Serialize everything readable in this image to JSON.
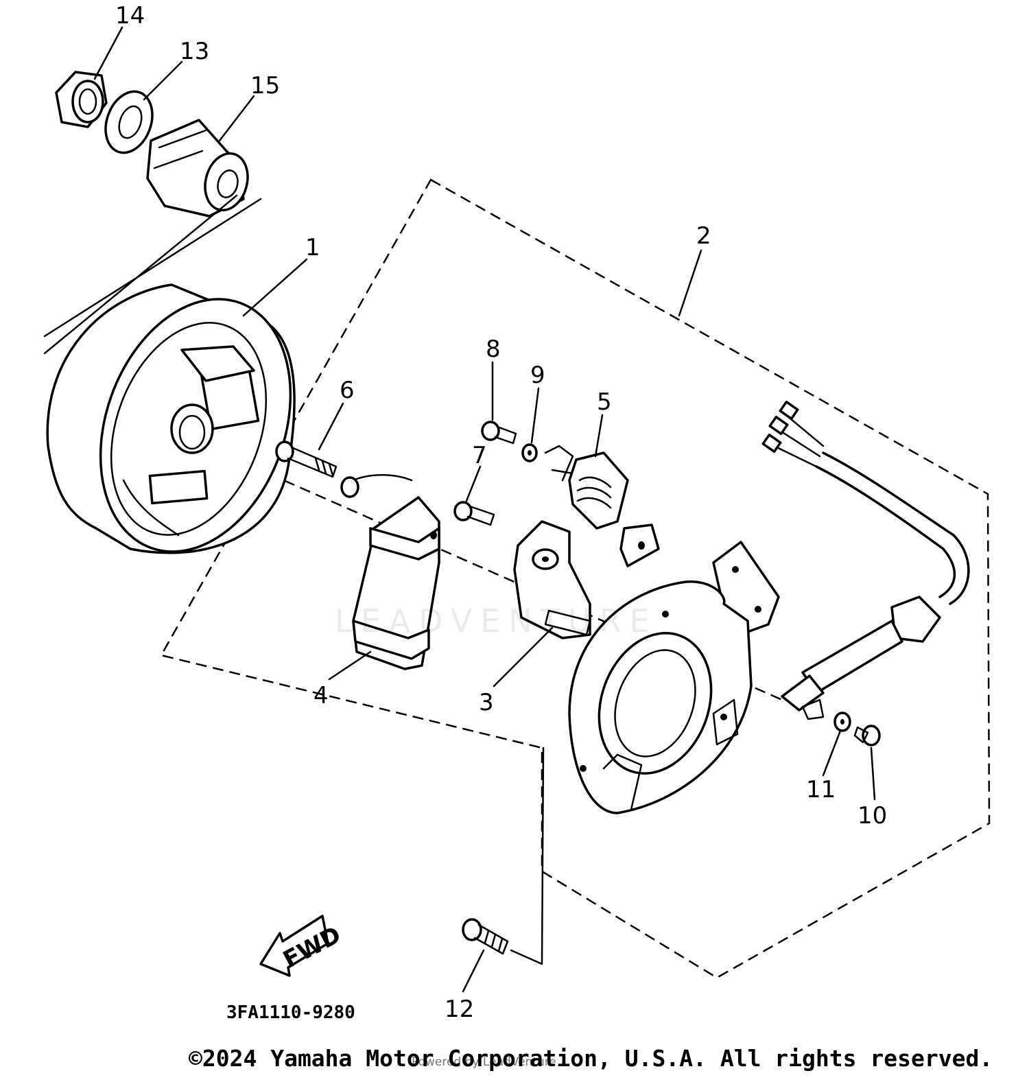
{
  "diagram": {
    "callouts": [
      {
        "id": "1",
        "label": "1"
      },
      {
        "id": "2",
        "label": "2"
      },
      {
        "id": "3",
        "label": "3"
      },
      {
        "id": "4",
        "label": "4"
      },
      {
        "id": "5",
        "label": "5"
      },
      {
        "id": "6",
        "label": "6"
      },
      {
        "id": "7",
        "label": "7"
      },
      {
        "id": "8",
        "label": "8"
      },
      {
        "id": "9",
        "label": "9"
      },
      {
        "id": "10",
        "label": "10"
      },
      {
        "id": "11",
        "label": "11"
      },
      {
        "id": "12",
        "label": "12"
      },
      {
        "id": "13",
        "label": "13"
      },
      {
        "id": "14",
        "label": "14"
      },
      {
        "id": "15",
        "label": "15"
      }
    ],
    "fwd_label": "FWD",
    "diagram_code": "3FA1110-9280",
    "copyright": "©2024 Yamaha Motor Corporation, U.S.A. All rights reserved.",
    "watermark": "LEADVENTURE",
    "credit": "Powered by LeadVenture"
  }
}
